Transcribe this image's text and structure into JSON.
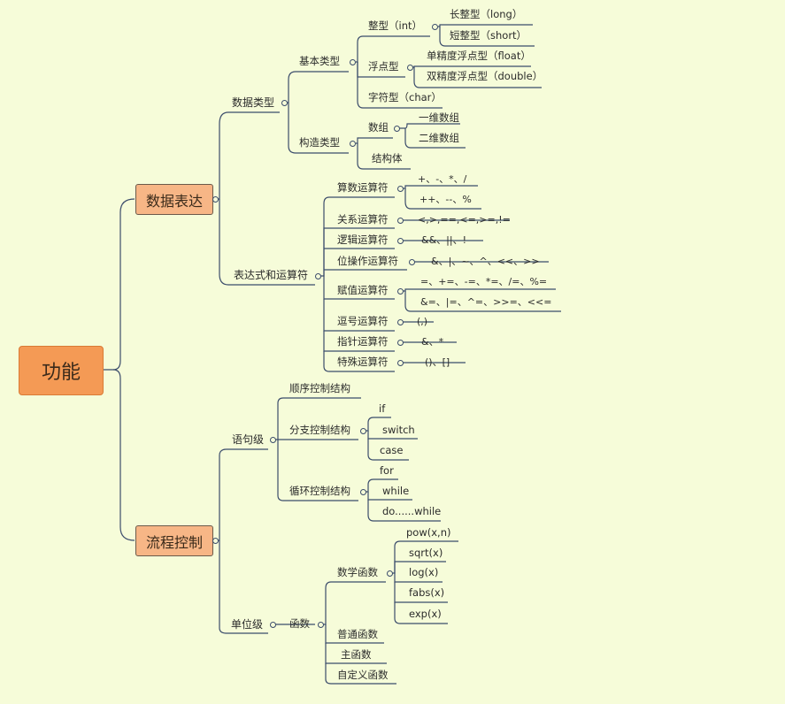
{
  "root": "功能",
  "branches": {
    "data_expr": {
      "label": "数据表达",
      "data_types": {
        "label": "数据类型",
        "basic": {
          "label": "基本类型",
          "int": {
            "label": "整型（int）",
            "long": "长整型（long）",
            "short": "短整型（short）"
          },
          "float": {
            "label": "浮点型",
            "single": "单精度浮点型（float）",
            "double": "双精度浮点型（double）"
          },
          "char": "字符型（char）"
        },
        "constructed": {
          "label": "构造类型",
          "array": {
            "label": "数组",
            "one_d": "一维数组",
            "two_d": "二维数组"
          },
          "struct": "结构体"
        }
      },
      "operators": {
        "label": "表达式和运算符",
        "arith": {
          "label": "算数运算符",
          "v1": "+、-、*、/",
          "v2": "++、--、%"
        },
        "relational": {
          "label": "关系运算符",
          "v": "<,>,==,<=,>=,!="
        },
        "logical": {
          "label": "逻辑运算符",
          "v": "&&、||、!"
        },
        "bitwise": {
          "label": "位操作运算符",
          "v": "&、|、~、^、<<、>>"
        },
        "assign": {
          "label": "赋值运算符",
          "v1": "=、+=、-=、*=、/=、%=",
          "v2": "&=、|=、^=、>>=、<<="
        },
        "comma": {
          "label": "逗号运算符",
          "v": "(,)"
        },
        "pointer": {
          "label": "指针运算符",
          "v": "&、*"
        },
        "special": {
          "label": "特殊运算符",
          "v": "()、[]"
        }
      }
    },
    "flow": {
      "label": "流程控制",
      "statement": {
        "label": "语句级",
        "seq": "顺序控制结构",
        "branch": {
          "label": "分支控制结构",
          "a": "if",
          "b": "switch",
          "c": "case"
        },
        "loop": {
          "label": "循环控制结构",
          "a": "for",
          "b": "while",
          "c": "do......while"
        }
      },
      "unit": {
        "label": "单位级",
        "func": {
          "label": "函数",
          "math": {
            "label": "数学函数",
            "a": "pow(x,n)",
            "b": "sqrt(x)",
            "c": "log(x)",
            "d": "fabs(x)",
            "e": "exp(x)"
          },
          "normal": "普通函数",
          "main": "主函数",
          "custom": "自定义函数"
        }
      }
    }
  },
  "colors": {
    "background": "#f6fcd9",
    "line": "#3b4c6b",
    "root_fill": "#f49a55",
    "main_fill": "#f7b686"
  }
}
